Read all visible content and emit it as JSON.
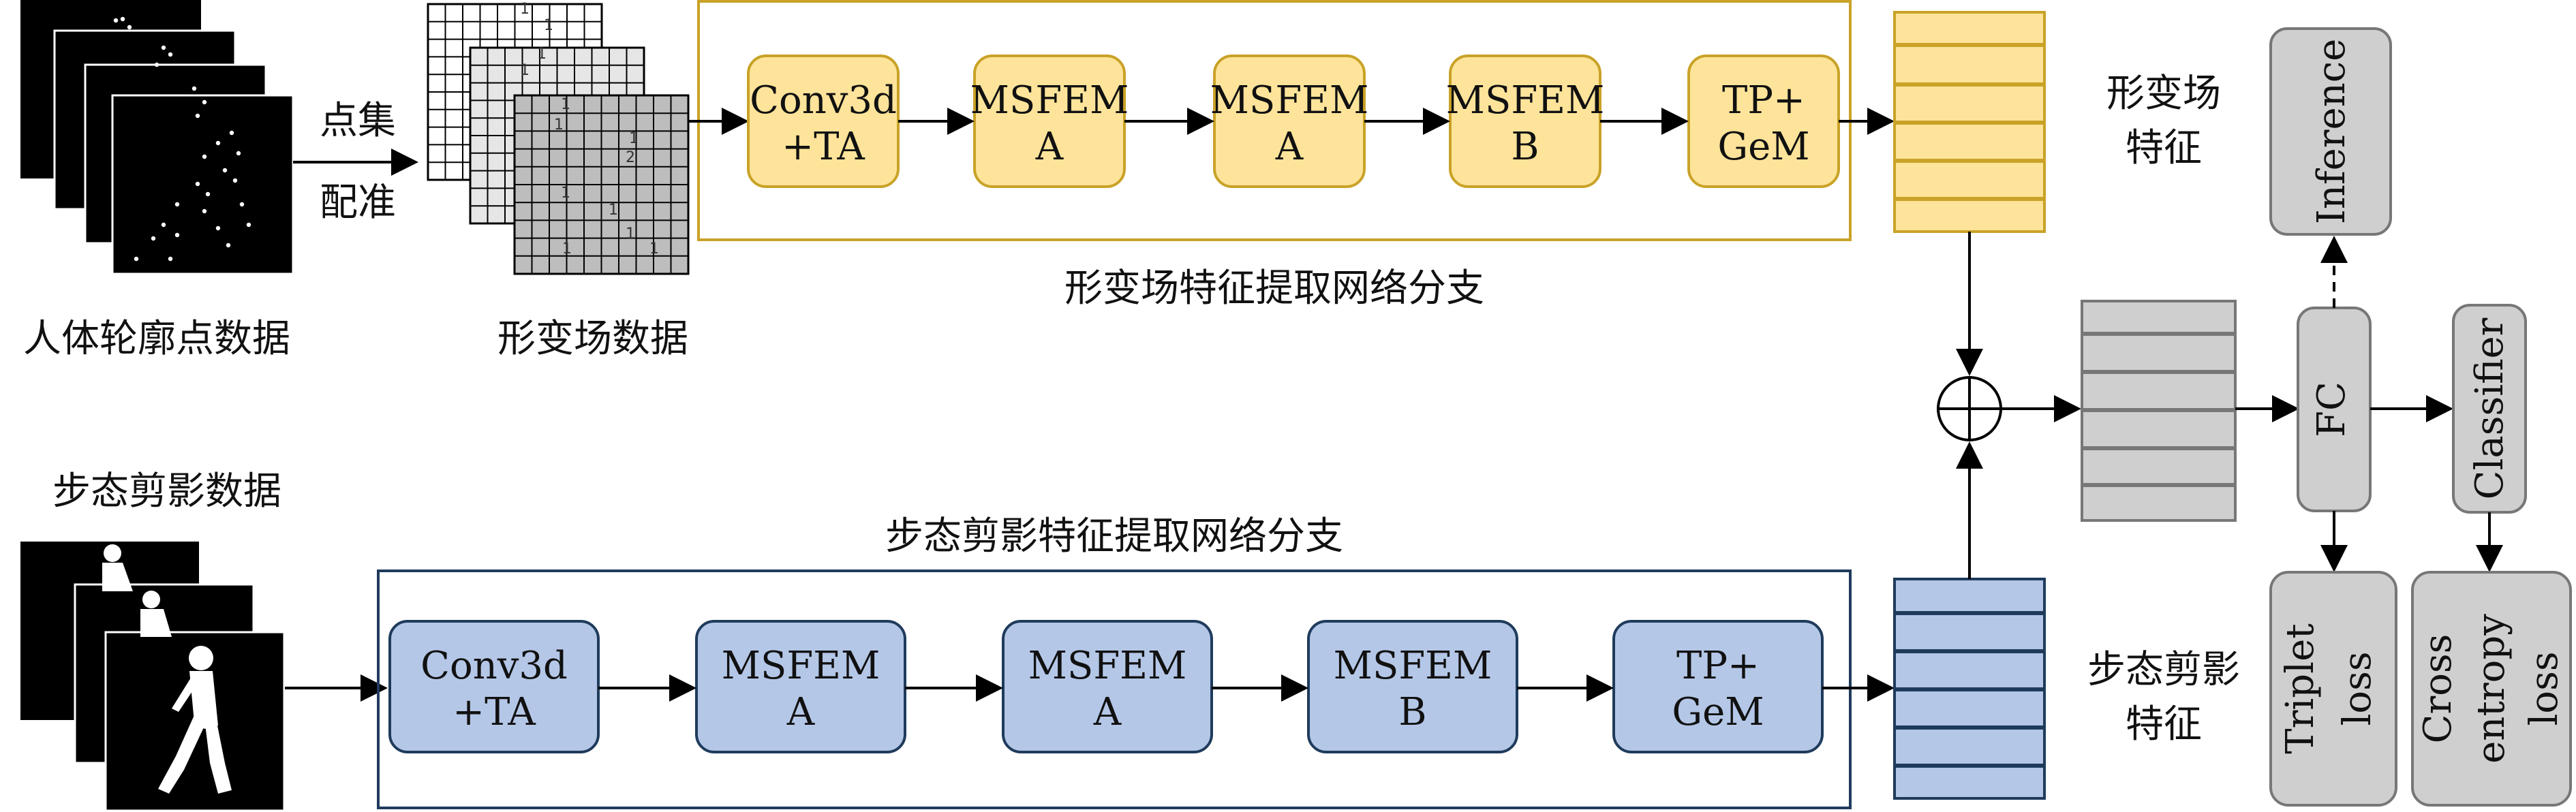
{
  "inputs": {
    "contour_caption": "人体轮廓点数据",
    "registration_line1": "点集",
    "registration_line2": "配准",
    "deformation_caption": "形变场数据",
    "silhouette_caption": "步态剪影数据"
  },
  "deformation_grid_digits": [
    "1",
    "1",
    "1",
    "1",
    "1",
    "1",
    "1",
    "2",
    "1",
    "1",
    "1",
    "1",
    "1"
  ],
  "top_branch": {
    "title": "形变场特征提取网络分支",
    "modules": [
      {
        "line1": "Conv3d",
        "line2": "+TA"
      },
      {
        "line1": "MSFEM",
        "line2": "A"
      },
      {
        "line1": "MSFEM",
        "line2": "A"
      },
      {
        "line1": "MSFEM",
        "line2": "B"
      },
      {
        "line1": "TP+",
        "line2": "GeM"
      }
    ],
    "feature_line1": "形变场",
    "feature_line2": "特征"
  },
  "bottom_branch": {
    "title": "步态剪影特征提取网络分支",
    "modules": [
      {
        "line1": "Conv3d",
        "line2": "+TA"
      },
      {
        "line1": "MSFEM",
        "line2": "A"
      },
      {
        "line1": "MSFEM",
        "line2": "A"
      },
      {
        "line1": "MSFEM",
        "line2": "B"
      },
      {
        "line1": "TP+",
        "line2": "GeM"
      }
    ],
    "feature_line1": "步态剪影",
    "feature_line2": "特征"
  },
  "head": {
    "fc": "FC",
    "inference": "Inference",
    "classifier": "Classifier",
    "triplet_line1": "Triplet",
    "triplet_line2": "loss",
    "cross_line1": "Cross",
    "cross_line2": "entropy",
    "cross_line3": "loss"
  },
  "colors": {
    "top_fill": "#fde49a",
    "top_stroke": "#c9a227",
    "bottom_fill": "#b4c7e7",
    "bottom_stroke": "#1f3b5c",
    "gray_fill": "#cfcfcf",
    "gray_stroke": "#777777"
  }
}
